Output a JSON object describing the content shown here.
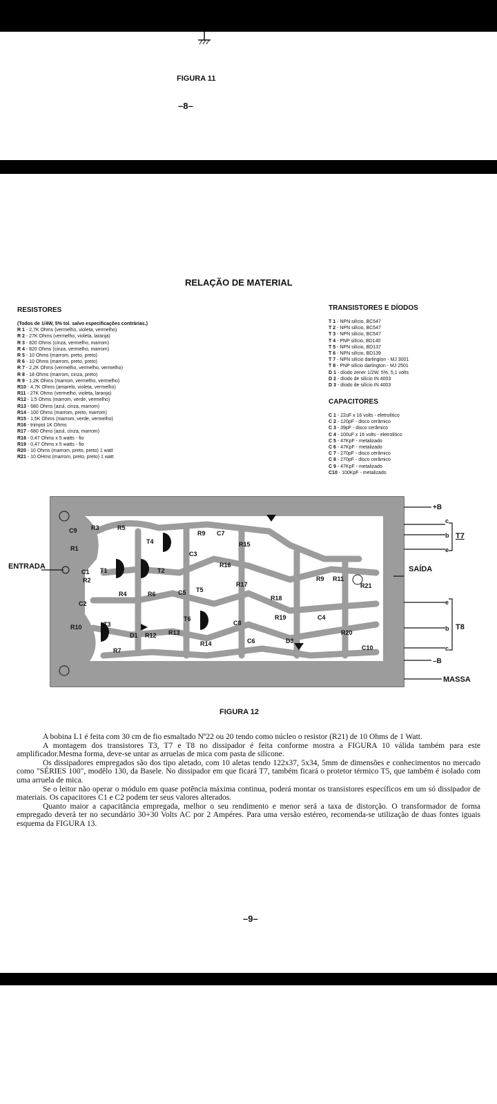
{
  "top_page": {
    "figure_caption": "FIGURA 11",
    "page_number": "–8–"
  },
  "page": {
    "title": "RELAÇÃO DE MATERIAL",
    "resistors": {
      "heading": "RESISTORES",
      "note": "(Todos de 1/4W, 5% tol. salvo especificações contrárias.)",
      "items": [
        {
          "id": "R 1",
          "desc": "- 2,7K Ohms (vermelho, violeta, vermelho)"
        },
        {
          "id": "R 2",
          "desc": "- 27K Ohms (vermelho, violeta, laranja)"
        },
        {
          "id": "R 3",
          "desc": "- 820 Ohms (cinza, vermelho, marrom)"
        },
        {
          "id": "R 4",
          "desc": "- 820 Ohms (cinza, vermelho, marrom)"
        },
        {
          "id": "R 5",
          "desc": "- 10 Ohms (marrom, preto, preto)"
        },
        {
          "id": "R 6",
          "desc": "- 10 Ohms (marrom, preto, preto)"
        },
        {
          "id": "R 7",
          "desc": "- 2,2K Ohms (vermelho, vermelho, vermelho)"
        },
        {
          "id": "R 8",
          "desc": "- 18 Ohms (marrom, cinza, preto)"
        },
        {
          "id": "R 9",
          "desc": "- 1,2K Ohms (marrom, vermelho, vermelho)"
        },
        {
          "id": "R10",
          "desc": "- 4,7K Ohms (amarelo, violeta, vermelho)"
        },
        {
          "id": "R11",
          "desc": "- 27K Ohms (vermelho, violeta, laranja)"
        },
        {
          "id": "R12",
          "desc": "- 1,5 Ohms (marrom, verde, vermelho)"
        },
        {
          "id": "R13",
          "desc": "- 680 Ohms (azul, cinza, marrom)"
        },
        {
          "id": "R14",
          "desc": "- 100 Ohms (marrom, preto, marrom)"
        },
        {
          "id": "R15",
          "desc": "- 1,5K Ohms (marrom, verde, vermelho)"
        },
        {
          "id": "R16",
          "desc": "- trimpot 1K Ohms"
        },
        {
          "id": "R17",
          "desc": "- 680 Ohms (azul, cinza, marrom)"
        },
        {
          "id": "R18",
          "desc": "- 0,47 Ohms x 5 watts - fio"
        },
        {
          "id": "R19",
          "desc": "- 0,47 Ohms x 5 watts - fio"
        },
        {
          "id": "R20",
          "desc": "- 10 Ohms (marrom, preto, preto) 1 watt"
        },
        {
          "id": "R21",
          "desc": "- 10 OHms (marrom, preto, preto) 1 watt"
        }
      ]
    },
    "transistors": {
      "heading": "TRANSISTORES E DÍODOS",
      "items": [
        {
          "id": "T 1",
          "desc": "- NPN silício, BC547"
        },
        {
          "id": "T 2",
          "desc": "- NPN silício, BC547"
        },
        {
          "id": "T 3",
          "desc": "- NPN silício, BC547"
        },
        {
          "id": "T 4",
          "desc": "- PNP silício, BD140"
        },
        {
          "id": "T 5",
          "desc": "- NPN silício, BD137"
        },
        {
          "id": "T 6",
          "desc": "- NPN silício, BD139"
        },
        {
          "id": "T 7",
          "desc": "- NPN silício darlington - MJ 3001"
        },
        {
          "id": "T 8",
          "desc": "- PNP silício darlington - MJ 2501"
        },
        {
          "id": "D 1",
          "desc": "- díodo zener 1/2W, 5%, 5,1 volts"
        },
        {
          "id": "D 2",
          "desc": "- díodo de silício IN 4003"
        },
        {
          "id": "D 3",
          "desc": "- díodo de silício IN 4003"
        }
      ]
    },
    "capacitors": {
      "heading": "CAPACITORES",
      "items": [
        {
          "id": "C 1",
          "desc": "- 22uF x 16 volts - eletrolítico"
        },
        {
          "id": "C 2",
          "desc": "- 120pF - disco cerâmico"
        },
        {
          "id": "C 3",
          "desc": "- 39pF - disco cerâmico"
        },
        {
          "id": "C 4",
          "desc": "- 100uF x 16 volts - eletrolítico"
        },
        {
          "id": "C 5",
          "desc": "- 47KpF - metalizado"
        },
        {
          "id": "C 6",
          "desc": "- 47KpF - metalizado"
        },
        {
          "id": "C 7",
          "desc": "- 270pF - disco cerâmico"
        },
        {
          "id": "C 8",
          "desc": "- 270pF - disco cerâmico"
        },
        {
          "id": "C 9",
          "desc": "- 47KpF - metalizado"
        },
        {
          "id": "C10",
          "desc": "- 100KpF - metalizado"
        }
      ]
    },
    "figure": {
      "caption": "FIGURA 12",
      "labels": {
        "plus_b": "+B",
        "minus_b": "–B",
        "massa": "MASSA",
        "entrada": "ENTRADA",
        "saida": "SAÍDA",
        "t7": "T7",
        "t8": "T8",
        "c": "c",
        "b": "b",
        "e": "e",
        "parts": [
          "C9",
          "R3",
          "R5",
          "R9",
          "C7",
          "R15",
          "R1",
          "T4",
          "C3",
          "R16",
          "C1",
          "T1",
          "T2",
          "C5",
          "T5",
          "R17",
          "R18",
          "R9",
          "R11",
          "R21",
          "R2",
          "C2",
          "R4",
          "R6",
          "R19",
          "C4",
          "R20",
          "C10",
          "R10",
          "T3",
          "D1",
          "R12",
          "R13",
          "T6",
          "C8",
          "C6",
          "D3",
          "R14",
          "R7"
        ]
      }
    },
    "paragraphs": [
      "A bobina L1 é feita com 30 cm de fio esmaltado Nº22 ou 20 tendo como núcleo o resistor (R21) de 10 Ohms de 1 Watt.",
      "A montagem dos transistores T3, T7 e T8 no dissipador é feita conforme mostra a FIGURA 10 válida também para este amplificador.Mesma forma, deve-se untar as arruelas de mica com pasta de silicone.",
      "Os dissipadores empregados são dos tipo aletado, com 10 aletas tendo 122x37, 5x34, 5mm de dimensões e conhecimentos no mercado como \"SÉRIES 100\", modêlo 130, da Basele. No dissipador em que ficará T7, também ficará o protetor térmico T5, que também é isolado com uma arruela de mica.",
      "Se o leitor não operar o módulo em quase potência máxima continua, poderá montar os transistores específicos em um só dissipador de materiais. Os capacitores C1 e C2 podem ter seus valores alterados.",
      "Quanto maior a capacitância empregada, melhor o seu rendimento e menor será a taxa de distorção. O transformador de forma empregado deverá ter no secundário 30+30 Volts AC por 2 Ampéres. Para uma versão estéreo, recomenda-se utilização de duas fontes iguais esquema da FIGURA 13."
    ],
    "page_number": "–9–"
  }
}
